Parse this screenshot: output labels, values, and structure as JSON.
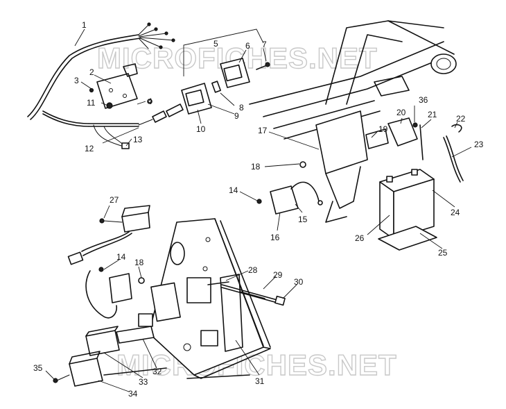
{
  "watermarks": {
    "top": "MICROFICHES.NET",
    "bottom": "MICROFICHES.NET"
  },
  "callouts": {
    "c1": "1",
    "c2": "2",
    "c3": "3",
    "c4": "4",
    "c5": "5",
    "c6": "6",
    "c7": "7",
    "c8": "8",
    "c9": "9",
    "c10": "10",
    "c11": "11",
    "c12": "12",
    "c13": "13",
    "c14a": "14",
    "c14b": "14",
    "c15": "15",
    "c16": "16",
    "c17": "17",
    "c18a": "18",
    "c18b": "18",
    "c19": "19",
    "c20": "20",
    "c21": "21",
    "c22": "22",
    "c23": "23",
    "c24": "24",
    "c25": "25",
    "c26": "26",
    "c27": "27",
    "c28": "28",
    "c29": "29",
    "c30": "30",
    "c31": "31",
    "c32": "32",
    "c33": "33",
    "c34": "34",
    "c35": "35",
    "c36": "36"
  }
}
